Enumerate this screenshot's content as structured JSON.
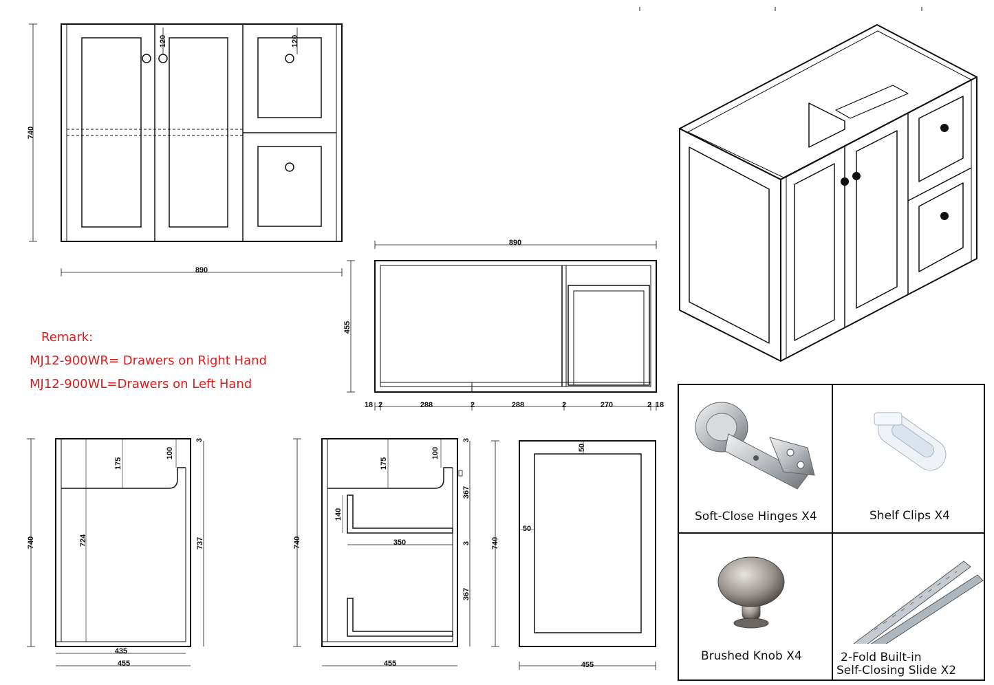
{
  "remarks": {
    "heading": "Remark:",
    "line1": "MJ12-900WR= Drawers on Right Hand",
    "line2": "MJ12-900WL=Drawers on Left Hand"
  },
  "front_view": {
    "height_label": "740",
    "width_label": "890",
    "handle_offset_left": "120",
    "handle_offset_right": "120"
  },
  "top_view": {
    "width_label": "890",
    "depth_label": "455",
    "segments": [
      "18",
      "2",
      "288",
      "2",
      "288",
      "2",
      "270",
      "2",
      "18"
    ]
  },
  "side_view_left": {
    "height_outer": "740",
    "height_inner": "724",
    "height_right": "737",
    "top_rail": "175",
    "notch": "100",
    "top_gap": "3",
    "inner_width": "435",
    "outer_width": "455"
  },
  "side_view_drawer": {
    "height": "740",
    "top_rail": "175",
    "notch": "100",
    "drawer_front": "140",
    "drawer_depth": "350",
    "upper_opening": "367",
    "lower_opening": "367",
    "gap_mid": "3",
    "gap_top": "3",
    "width": "455"
  },
  "side_panel": {
    "height": "740",
    "frame_top": "50",
    "frame_side": "50",
    "width": "455"
  },
  "accessories": [
    {
      "label": "Soft-Close Hinges X4",
      "icon": "hinge-icon"
    },
    {
      "label": "Shelf Clips X4",
      "icon": "shelf-clip-icon"
    },
    {
      "label": "Brushed Knob X4",
      "icon": "knob-icon"
    },
    {
      "label": "2-Fold Built-in",
      "label2": "Self-Closing Slide X2",
      "icon": "drawer-slide-icon"
    }
  ]
}
